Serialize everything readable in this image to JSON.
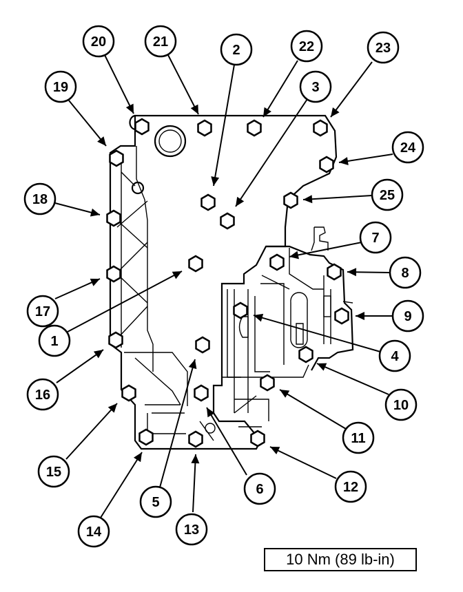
{
  "callouts": [
    {
      "id": "1",
      "label": "1"
    },
    {
      "id": "2",
      "label": "2"
    },
    {
      "id": "3",
      "label": "3"
    },
    {
      "id": "4",
      "label": "4"
    },
    {
      "id": "5",
      "label": "5"
    },
    {
      "id": "6",
      "label": "6"
    },
    {
      "id": "7",
      "label": "7"
    },
    {
      "id": "8",
      "label": "8"
    },
    {
      "id": "9",
      "label": "9"
    },
    {
      "id": "10",
      "label": "10"
    },
    {
      "id": "11",
      "label": "11"
    },
    {
      "id": "12",
      "label": "12"
    },
    {
      "id": "13",
      "label": "13"
    },
    {
      "id": "14",
      "label": "14"
    },
    {
      "id": "15",
      "label": "15"
    },
    {
      "id": "16",
      "label": "16"
    },
    {
      "id": "17",
      "label": "17"
    },
    {
      "id": "18",
      "label": "18"
    },
    {
      "id": "19",
      "label": "19"
    },
    {
      "id": "20",
      "label": "20"
    },
    {
      "id": "21",
      "label": "21"
    },
    {
      "id": "22",
      "label": "22"
    },
    {
      "id": "23",
      "label": "23"
    },
    {
      "id": "24",
      "label": "24"
    },
    {
      "id": "25",
      "label": "25"
    }
  ],
  "torque_spec": "10 Nm (89 lb-in)"
}
